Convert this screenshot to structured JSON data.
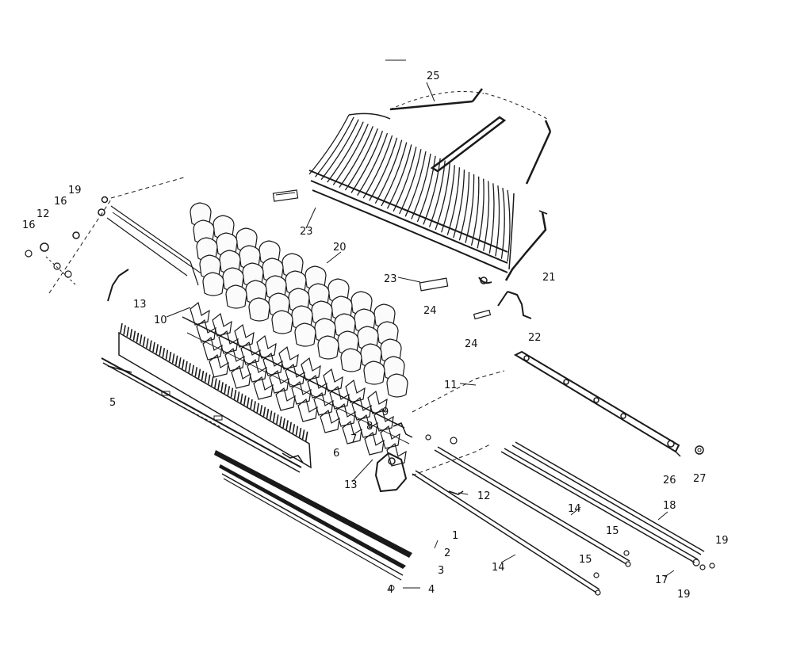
{
  "labels": {
    "l1": "1",
    "l2": "2",
    "l3": "3",
    "l4a": "4",
    "l4b": "4",
    "l5": "5",
    "l6": "6",
    "l7": "7",
    "l8": "8",
    "l9": "9",
    "l10": "10",
    "l11": "11",
    "l12a": "12",
    "l12b": "12",
    "l13a": "13",
    "l13b": "13",
    "l14a": "14",
    "l14b": "14",
    "l15a": "15",
    "l15b": "15",
    "l16a": "16",
    "l16b": "16",
    "l17": "17",
    "l18": "18",
    "l19a": "19",
    "l19b": "19",
    "l19c": "19",
    "l20": "20",
    "l21": "21",
    "l22": "22",
    "l23a": "23",
    "l23b": "23",
    "l24a": "24",
    "l24b": "24",
    "l25": "25",
    "l26": "26",
    "l27": "27"
  }
}
